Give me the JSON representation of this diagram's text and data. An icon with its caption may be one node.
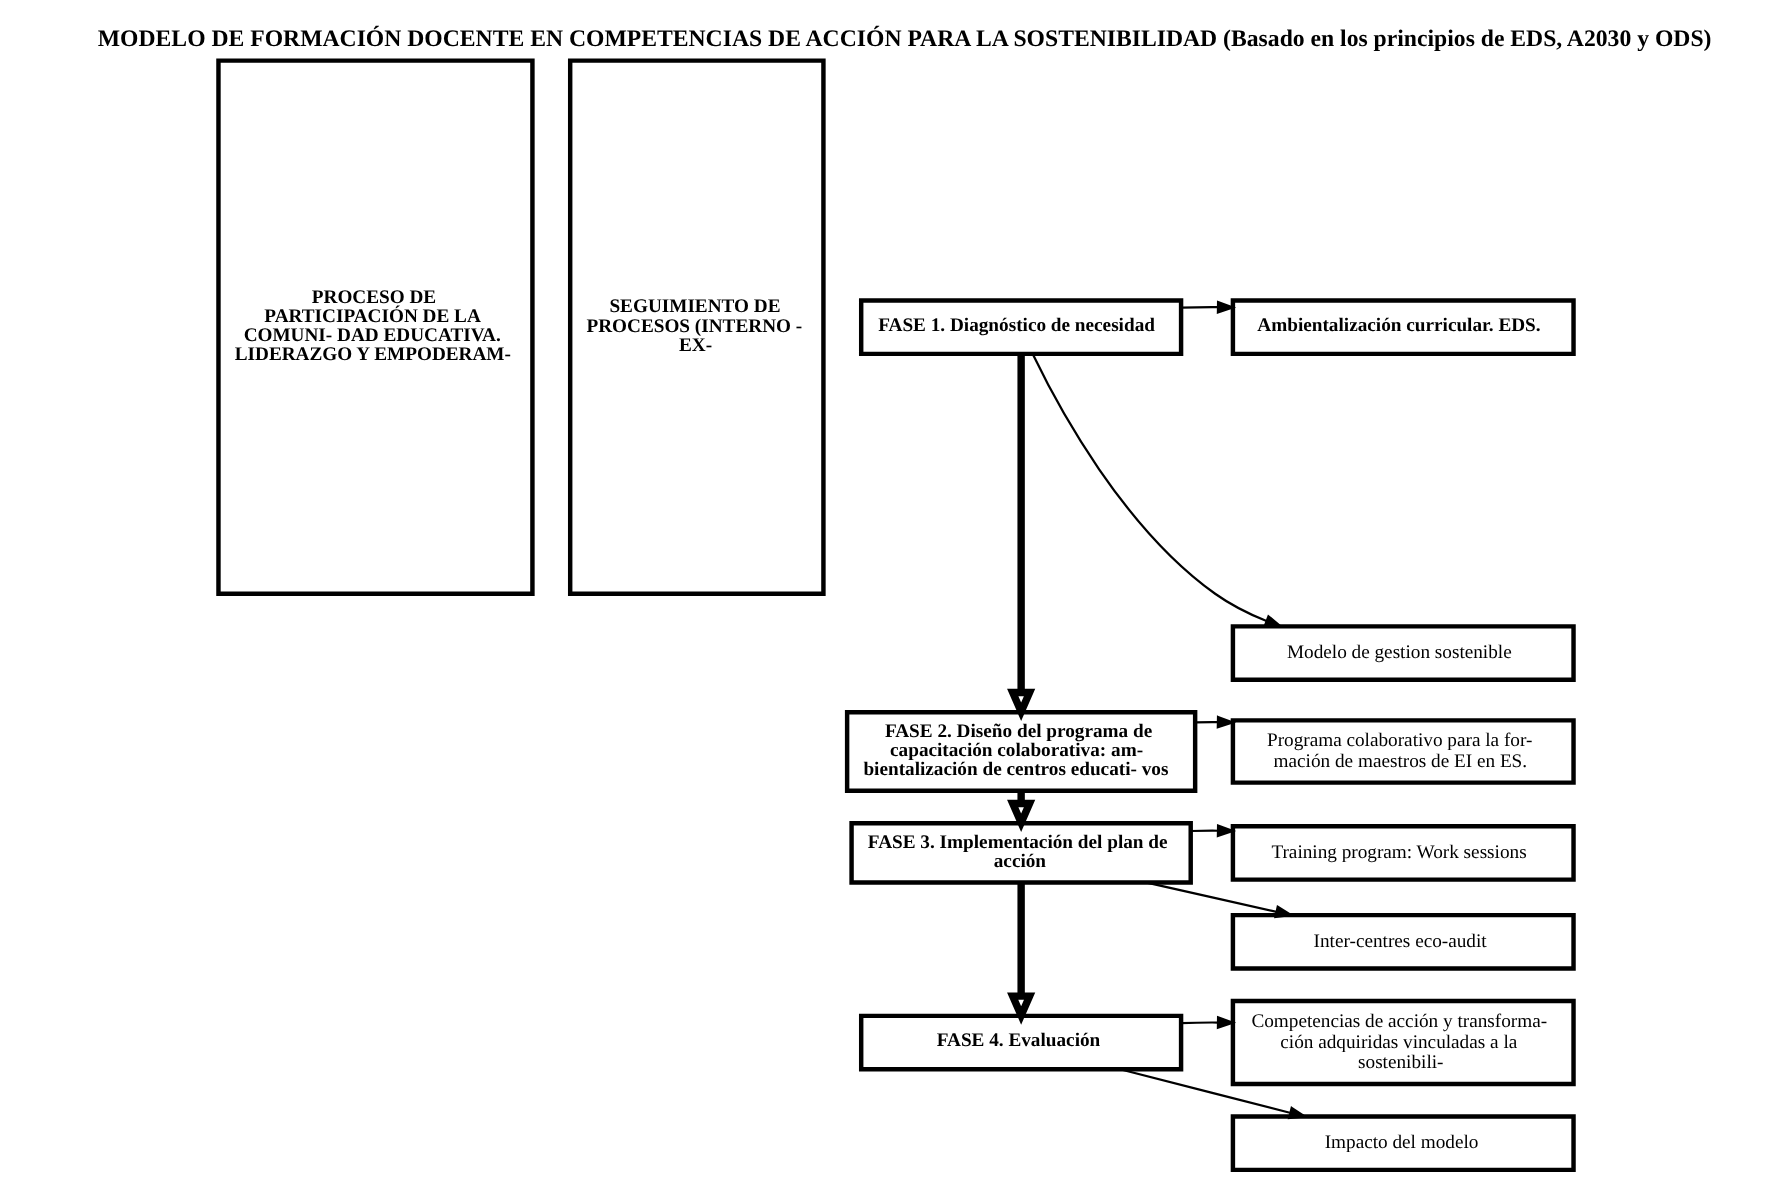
{
  "diagram": {
    "title": "MODELO DE FORMACIÓN DOCENTE EN COMPETENCIAS DE ACCIÓN PARA LA SOSTENIBILIDAD (Basado en los principios de EDS, A2030 y ODS)",
    "nodes": [
      {
        "text": [
          "PROCESO DE PARTICIPACIÓN DE LA COMUNI- DAD EDUCATIVA. LIDERAZGO Y EMPODERAM-"
        ]
      },
      {
        "text": [
          "SEGUIMIENTO DE PROCESOS (INTERNO - EX-"
        ]
      },
      {
        "text": [
          "FASE 1. Diagnóstico de necesidad"
        ]
      },
      {
        "text": [
          "Ambientalización curricular. EDS."
        ]
      },
      {
        "text": [
          "Modelo de gestion sostenible"
        ]
      },
      {
        "text": [
          "FASE 2. Diseño del programa de capacitación colaborativa: am- bientalización de centros educati- vos"
        ]
      },
      {
        "text": [
          "Programa colaborativo para la for- mación de maestros de EI en ES."
        ]
      },
      {
        "text": [
          "FASE 3. Implementación del plan de acción"
        ]
      },
      {
        "text": [
          "Training program: Work sessions"
        ]
      },
      {
        "text": [
          "Inter-centres eco-audit"
        ]
      },
      {
        "text": [
          "FASE 4. Evaluación"
        ]
      },
      {
        "text": [
          "Competencias de acción y transforma- ción adquiridas vinculadas a la sostenibili-"
        ]
      },
      {
        "text": [
          "Impacto del modelo"
        ]
      }
    ],
    "edges": [
      {
        "from": 2,
        "to": 3,
        "arrow": "to"
      },
      {
        "from": 2,
        "to": 4,
        "arrow": "to"
      },
      {
        "from": 2,
        "to": 5,
        "arrow": "to",
        "style": "thick"
      },
      {
        "from": 5,
        "to": 6,
        "arrow": "to"
      },
      {
        "from": 5,
        "to": 7,
        "arrow": "to",
        "style": "thick"
      },
      {
        "from": 7,
        "to": 8,
        "arrow": "to"
      },
      {
        "from": 7,
        "to": 9,
        "arrow": "to"
      },
      {
        "from": 7,
        "to": 10,
        "arrow": "to",
        "style": "thick"
      },
      {
        "from": 10,
        "to": 11,
        "arrow": "to"
      },
      {
        "from": 10,
        "to": 12,
        "arrow": "to"
      }
    ]
  }
}
